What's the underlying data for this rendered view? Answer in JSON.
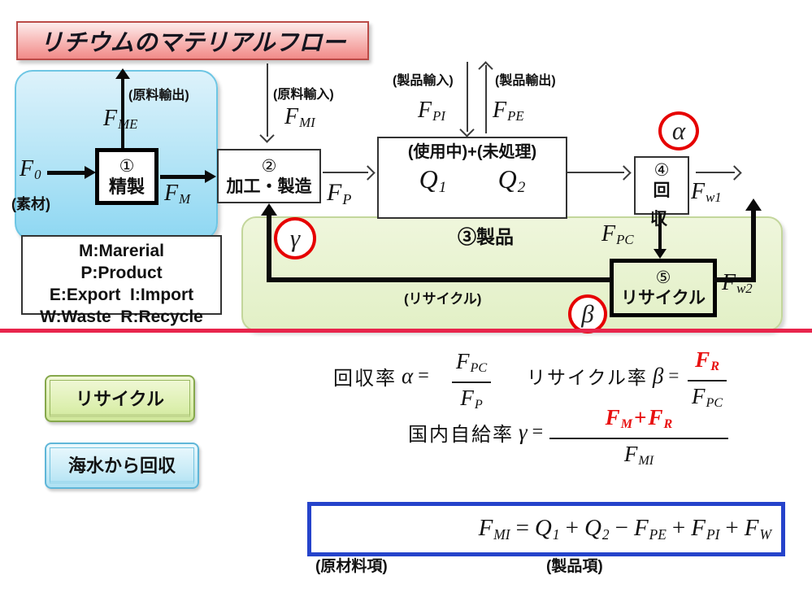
{
  "title": "リチウムのマテリアルフロー",
  "flow": {
    "f0": [
      {
        "t": "F",
        "sub": "0"
      }
    ],
    "f0_note": "(素材)",
    "box1_num": "①",
    "box1_label": "精製",
    "fme_note": "(原料輸出)",
    "fme": [
      {
        "t": "F",
        "sub": "ME"
      }
    ],
    "fm": [
      {
        "t": "F",
        "sub": "M"
      }
    ],
    "box2_num": "②",
    "box2_label": "加工・製造",
    "fmi_note": "(原料輸入)",
    "fmi": [
      {
        "t": "F",
        "sub": "MI"
      }
    ],
    "fp": [
      {
        "t": "F",
        "sub": "P"
      }
    ],
    "stock_label": "(使用中)+(未処理)",
    "q1": [
      {
        "t": "Q",
        "sub": "1"
      }
    ],
    "q2": [
      {
        "t": "Q",
        "sub": "2"
      }
    ],
    "fpi_note": "(製品輸入)",
    "fpi": [
      {
        "t": "F",
        "sub": "PI"
      }
    ],
    "fpe_note": "(製品輸出)",
    "fpe": [
      {
        "t": "F",
        "sub": "PE"
      }
    ],
    "alpha": "α",
    "beta": "β",
    "gamma": "γ",
    "box4_num": "④",
    "box4_char1": "回",
    "box4_char2": "収",
    "fw1": [
      {
        "t": "F",
        "sub": "w1"
      }
    ],
    "green_label": "③製品",
    "fpc": [
      {
        "t": "F",
        "sub": "PC"
      }
    ],
    "box5_num": "⑤",
    "box5_label": "リサイクル",
    "fw2": [
      {
        "t": "F",
        "sub": "w2"
      }
    ],
    "recycle_note": "(リサイクル)",
    "legend": {
      "line1": "M:Marerial",
      "line2": "P:Product",
      "line3": "E:Export  I:Import",
      "line4": "W:Waste  R:Recycle"
    }
  },
  "buttons": {
    "recycle": "リサイクル",
    "seawater": "海水から回収"
  },
  "formulas": {
    "recovery_label": "回収率",
    "alpha": "α",
    "equals": "=",
    "frac_alpha": {
      "num": [
        {
          "t": "F",
          "sub": "PC"
        }
      ],
      "den": [
        {
          "t": "F",
          "sub": "P"
        }
      ]
    },
    "recycle_label": "リサイクル率",
    "beta": "β",
    "frac_beta": {
      "num": [
        {
          "t": "F",
          "sub": "R",
          "red": true
        }
      ],
      "den": [
        {
          "t": "F",
          "sub": "PC"
        }
      ]
    },
    "domestic_label": "国内自給率",
    "gamma": "γ",
    "frac_gamma": {
      "num": [
        {
          "t": "F",
          "sub": "M",
          "red": true
        },
        {
          "op": "+",
          "red": true
        },
        {
          "t": "F",
          "sub": "R",
          "red": true
        }
      ],
      "den": [
        {
          "t": "F",
          "sub": "MI"
        }
      ]
    }
  },
  "equation": {
    "terms": [
      {
        "t": "F",
        "sub": "MI"
      },
      {
        "op": "="
      },
      {
        "t": "Q",
        "sub": "1"
      },
      {
        "op": "+"
      },
      {
        "t": "Q",
        "sub": "2"
      },
      {
        "op": "−"
      },
      {
        "t": "F",
        "sub": "PE"
      },
      {
        "op": "+"
      },
      {
        "t": "F",
        "sub": "PI"
      },
      {
        "op": "+"
      },
      {
        "t": "F",
        "sub": "W"
      }
    ],
    "note_left": "(原材料項)",
    "note_right": "(製品項)"
  },
  "colors": {
    "accent_red_circle": "#e60000",
    "red_text": "#e81010",
    "divider": "#e8254c",
    "equation_border": "#2543cb",
    "banner_border": "#bb4a47",
    "blue_region": "#8ed7f2",
    "green_region": "#e2f0c6"
  }
}
